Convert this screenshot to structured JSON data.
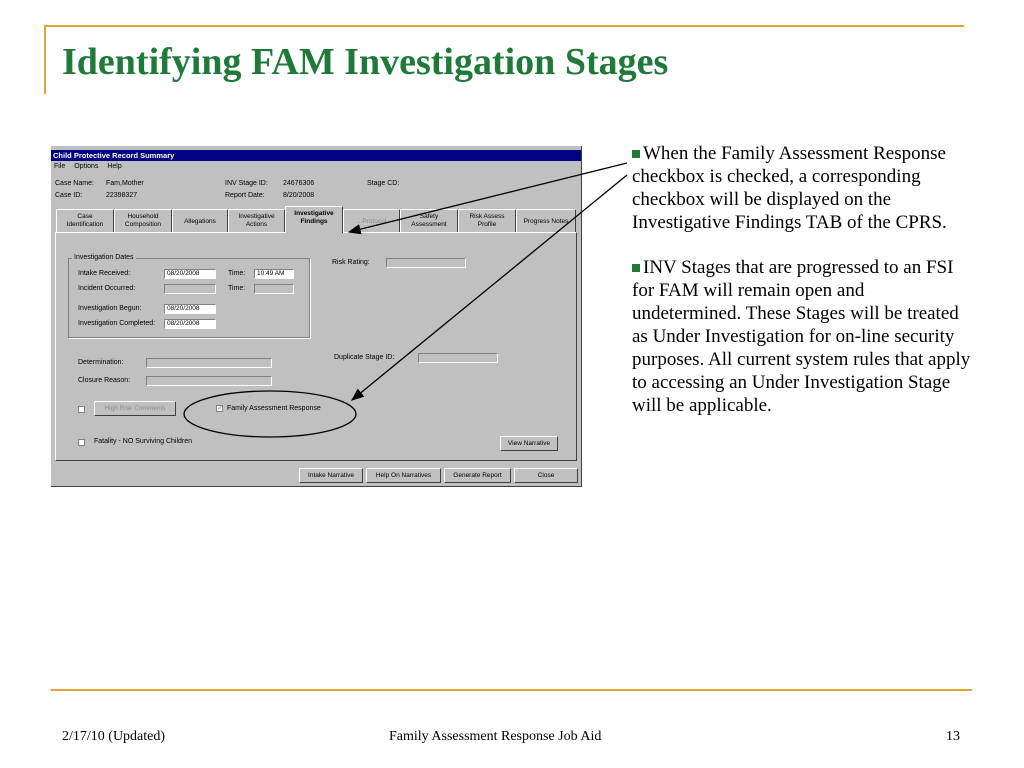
{
  "slide": {
    "title": "Identifying FAM Investigation Stages",
    "bullets": [
      "When the Family Assessment Response checkbox is checked, a corresponding checkbox will be displayed on the Investigative Findings TAB of  the CPRS.",
      "INV Stages that are progressed to an FSI for FAM will remain open and undetermined.  These Stages will be treated as Under Investigation for on-line security purposes.  All  current system rules that apply to accessing an Under Investigation Stage will be applicable."
    ],
    "footer": {
      "date": "2/17/10 (Updated)",
      "center": "Family Assessment Response Job Aid",
      "page": "13"
    },
    "colors": {
      "title": "#1f7a3a",
      "rule": "#e3a53a",
      "window_title_bar": "#000080"
    }
  },
  "window": {
    "title": "Child Protective Record Summary",
    "menu": [
      "File",
      "Options",
      "Help"
    ],
    "header": {
      "case_name_label": "Case Name:",
      "case_name": "Fam,Mother",
      "case_id_label": "Case ID:",
      "case_id": "22398327",
      "inv_stage_id_label": "INV Stage ID:",
      "inv_stage_id": "24676306",
      "report_date_label": "Report Date:",
      "report_date": "8/20/2008",
      "stage_cd_label": "Stage CD:"
    },
    "tabs": [
      {
        "line1": "Case",
        "line2": "Identification"
      },
      {
        "line1": "Household",
        "line2": "Composition"
      },
      {
        "line1": "Allegations",
        "line2": ""
      },
      {
        "line1": "Investigative",
        "line2": "Actions"
      },
      {
        "line1": "Investigative",
        "line2": "Findings"
      },
      {
        "line1": "...Protocol",
        "line2": ""
      },
      {
        "line1": "Safety",
        "line2": "Assessment"
      },
      {
        "line1": "Risk Assess",
        "line2": "Profile"
      },
      {
        "line1": "Progress Notes",
        "line2": ""
      }
    ],
    "active_tab": "Investigative Findings",
    "findings": {
      "dates_group": "Investigation Dates",
      "intake_received_label": "Intake Received:",
      "intake_received": "08/20/2008",
      "time_label": "Time:",
      "intake_time": "10:49 AM",
      "incident_occurred_label": "Incident Occurred:",
      "investigation_begun_label": "Investigation Begun:",
      "investigation_begun": "08/20/2008",
      "investigation_completed_label": "Investigation Completed:",
      "investigation_completed": "08/20/2008",
      "risk_rating_label": "Risk Rating:",
      "duplicate_stage_label": "Duplicate Stage ID:",
      "determination_label": "Determination:",
      "closure_reason_label": "Closure Reason:",
      "high_risk_button": "High Risk Comments",
      "family_assessment_label": "Family Assessment Response",
      "family_assessment_checked": true,
      "fatality_label": "Fatality - NO Surviving Children",
      "view_narrative_button": "View Narrative"
    },
    "buttons": {
      "intake_narrative": "Intake Narrative",
      "help_on_narratives": "Help On Narratives",
      "generate_report": "Generate Report",
      "close": "Close"
    },
    "checkmark": "✓"
  }
}
